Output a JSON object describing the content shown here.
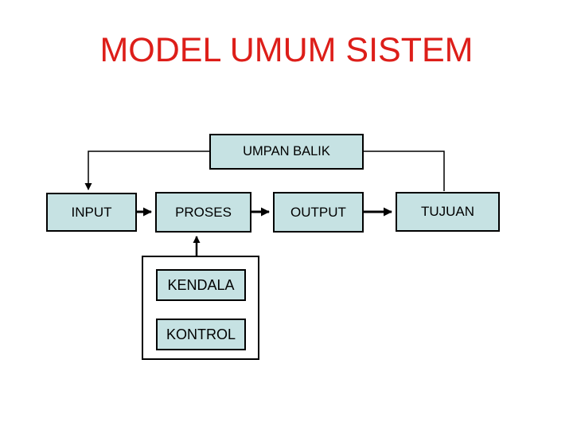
{
  "slide_title": "MODEL UMUM SISTEM",
  "diagram": {
    "feedback_box": {
      "label": "UMPAN BALIK"
    },
    "flow_boxes": [
      {
        "label": "INPUT"
      },
      {
        "label": "PROSES"
      },
      {
        "label": "OUTPUT"
      },
      {
        "label": "TUJUAN"
      }
    ],
    "control_group": {
      "boxes": [
        {
          "label": "KENDALA"
        },
        {
          "label": "KONTROL"
        }
      ]
    },
    "connections": [
      {
        "from": "INPUT",
        "to": "PROSES",
        "style": "thick-arrow"
      },
      {
        "from": "PROSES",
        "to": "OUTPUT",
        "style": "thick-arrow"
      },
      {
        "from": "OUTPUT",
        "to": "TUJUAN",
        "style": "thick-arrow"
      },
      {
        "from": "UMPAN BALIK",
        "to": "INPUT",
        "style": "thin-arrow"
      },
      {
        "from": "TUJUAN",
        "to": "UMPAN BALIK",
        "style": "thin-line"
      },
      {
        "from": "KENDALA/KONTROL",
        "to": "PROSES",
        "style": "arrow-up"
      }
    ]
  },
  "colors": {
    "title": "#dd1e19",
    "box_fill": "#c6e2e3",
    "box_border": "#000000",
    "background": "#ffffff"
  }
}
